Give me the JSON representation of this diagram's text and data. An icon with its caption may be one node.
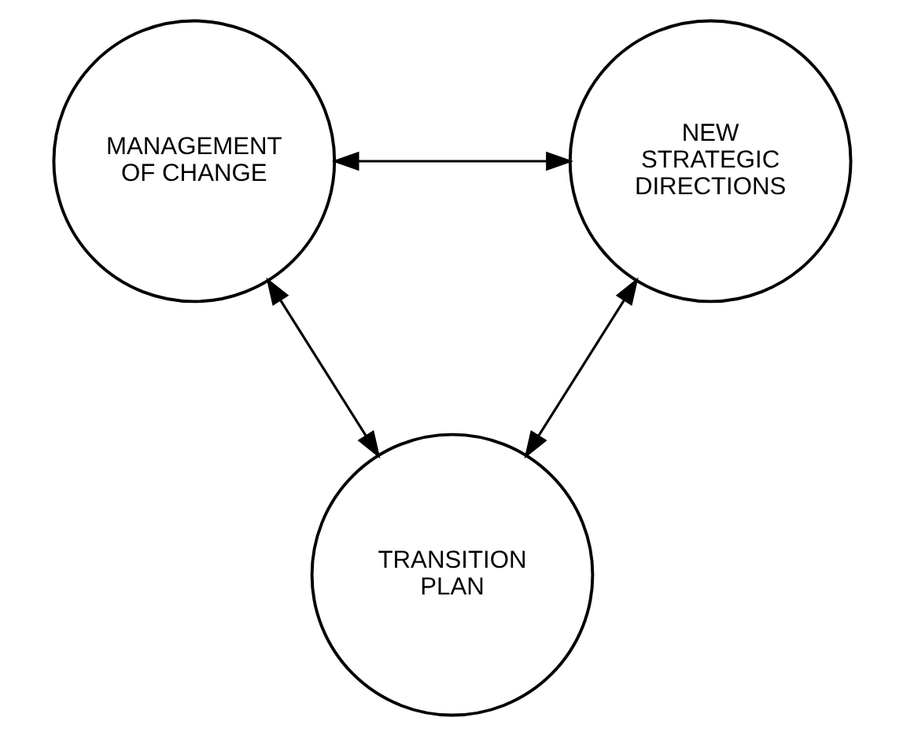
{
  "diagram": {
    "nodes": [
      {
        "text": [
          "MANAGEMENT OF CHANGE"
        ]
      },
      {
        "text": [
          "NEW STRATEGIC DIRECTIONS"
        ]
      },
      {
        "text": [
          "TRANSITION PLAN"
        ]
      }
    ],
    "edges": [
      {
        "from": 0,
        "to": 1,
        "arrow": "both"
      },
      {
        "from": 0,
        "to": 2,
        "arrow": "both"
      },
      {
        "from": 1,
        "to": 2,
        "arrow": "both"
      }
    ]
  }
}
